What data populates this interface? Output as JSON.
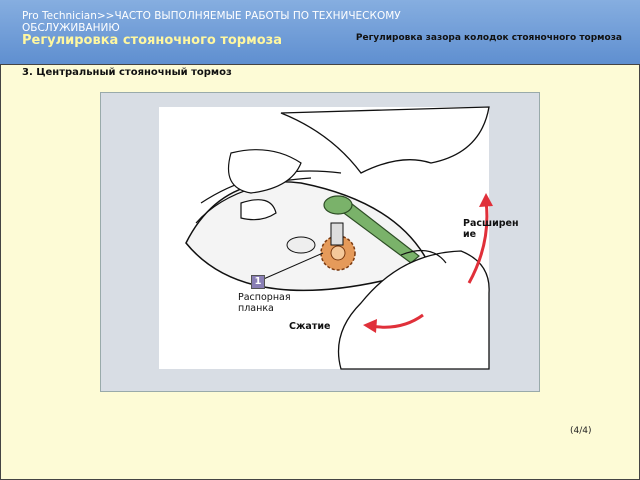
{
  "header": {
    "breadcrumb": "Pro Technician>>ЧАСТО ВЫПОЛНЯЕМЫЕ РАБОТЫ ПО ТЕХНИЧЕСКОМУ ОБСЛУЖИВАНИЮ",
    "title": "Регулировка стояночного тормоза",
    "subtitle": "Регулировка зазора колодок стояночного тормоза"
  },
  "content": {
    "section_title": "3. Центральный стояночный тормоз",
    "labels": {
      "expansion": "Расширен ие",
      "spreader": "Распорная планка",
      "contraction": "Сжатие",
      "badge": "1"
    }
  },
  "page": {
    "indicator": "(4/4)"
  },
  "colors": {
    "header": "#6f9ad6",
    "background": "#fdfbd6",
    "arrow": "#e0303a",
    "wrench": "#7ab26a",
    "gear": "#e59a5a"
  }
}
